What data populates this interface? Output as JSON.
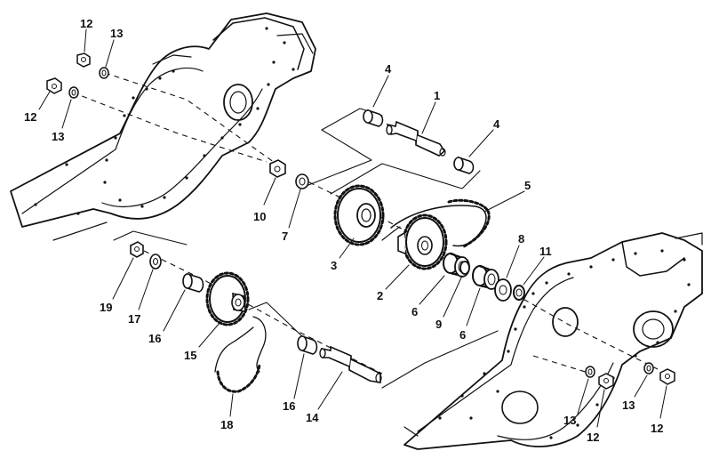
{
  "callouts": [
    {
      "id": "c12a",
      "text": "12"
    },
    {
      "id": "c13a",
      "text": "13"
    },
    {
      "id": "c12b",
      "text": "12"
    },
    {
      "id": "c13b",
      "text": "13"
    },
    {
      "id": "c4a",
      "text": "4"
    },
    {
      "id": "c1",
      "text": "1"
    },
    {
      "id": "c4b",
      "text": "4"
    },
    {
      "id": "c5",
      "text": "5"
    },
    {
      "id": "c10",
      "text": "10"
    },
    {
      "id": "c7",
      "text": "7"
    },
    {
      "id": "c3",
      "text": "3"
    },
    {
      "id": "c2",
      "text": "2"
    },
    {
      "id": "c8",
      "text": "8"
    },
    {
      "id": "c11",
      "text": "11"
    },
    {
      "id": "c6a",
      "text": "6"
    },
    {
      "id": "c9",
      "text": "9"
    },
    {
      "id": "c6b",
      "text": "6"
    },
    {
      "id": "c19",
      "text": "19"
    },
    {
      "id": "c17",
      "text": "17"
    },
    {
      "id": "c16a",
      "text": "16"
    },
    {
      "id": "c15",
      "text": "15"
    },
    {
      "id": "c18",
      "text": "18"
    },
    {
      "id": "c16b",
      "text": "16"
    },
    {
      "id": "c14",
      "text": "14"
    },
    {
      "id": "c13c",
      "text": "13"
    },
    {
      "id": "c12c",
      "text": "12"
    },
    {
      "id": "c13d",
      "text": "13"
    },
    {
      "id": "c12d",
      "text": "12"
    }
  ]
}
